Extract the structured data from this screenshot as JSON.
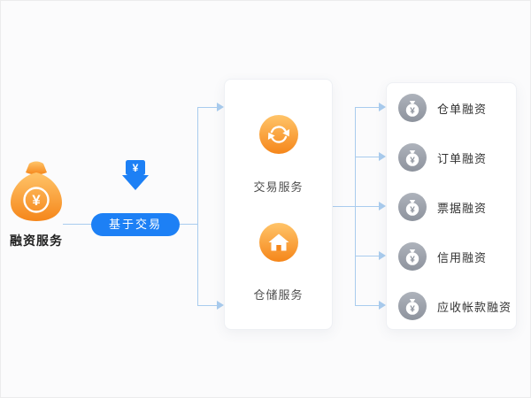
{
  "colors": {
    "bg": "#fbfbfc",
    "line": "#a9ccee",
    "blue": "#1d80f5",
    "orange_start": "#ffc469",
    "orange_end": "#f5861a",
    "gray_icon": "#8d939d",
    "text_dark": "#333333",
    "text_mid": "#4f4f4f"
  },
  "source": {
    "label": "融资服务",
    "currency": "¥"
  },
  "link": {
    "badge": "基于交易",
    "currency": "¥"
  },
  "services": {
    "items": [
      {
        "label": "交易服务",
        "icon": "exchange-icon"
      },
      {
        "label": "仓储服务",
        "icon": "warehouse-icon"
      }
    ]
  },
  "financing": {
    "currency": "¥",
    "items": [
      {
        "label": "仓单融资"
      },
      {
        "label": "订单融资"
      },
      {
        "label": "票据融资"
      },
      {
        "label": "信用融资"
      },
      {
        "label": "应收帐款融资"
      }
    ]
  }
}
